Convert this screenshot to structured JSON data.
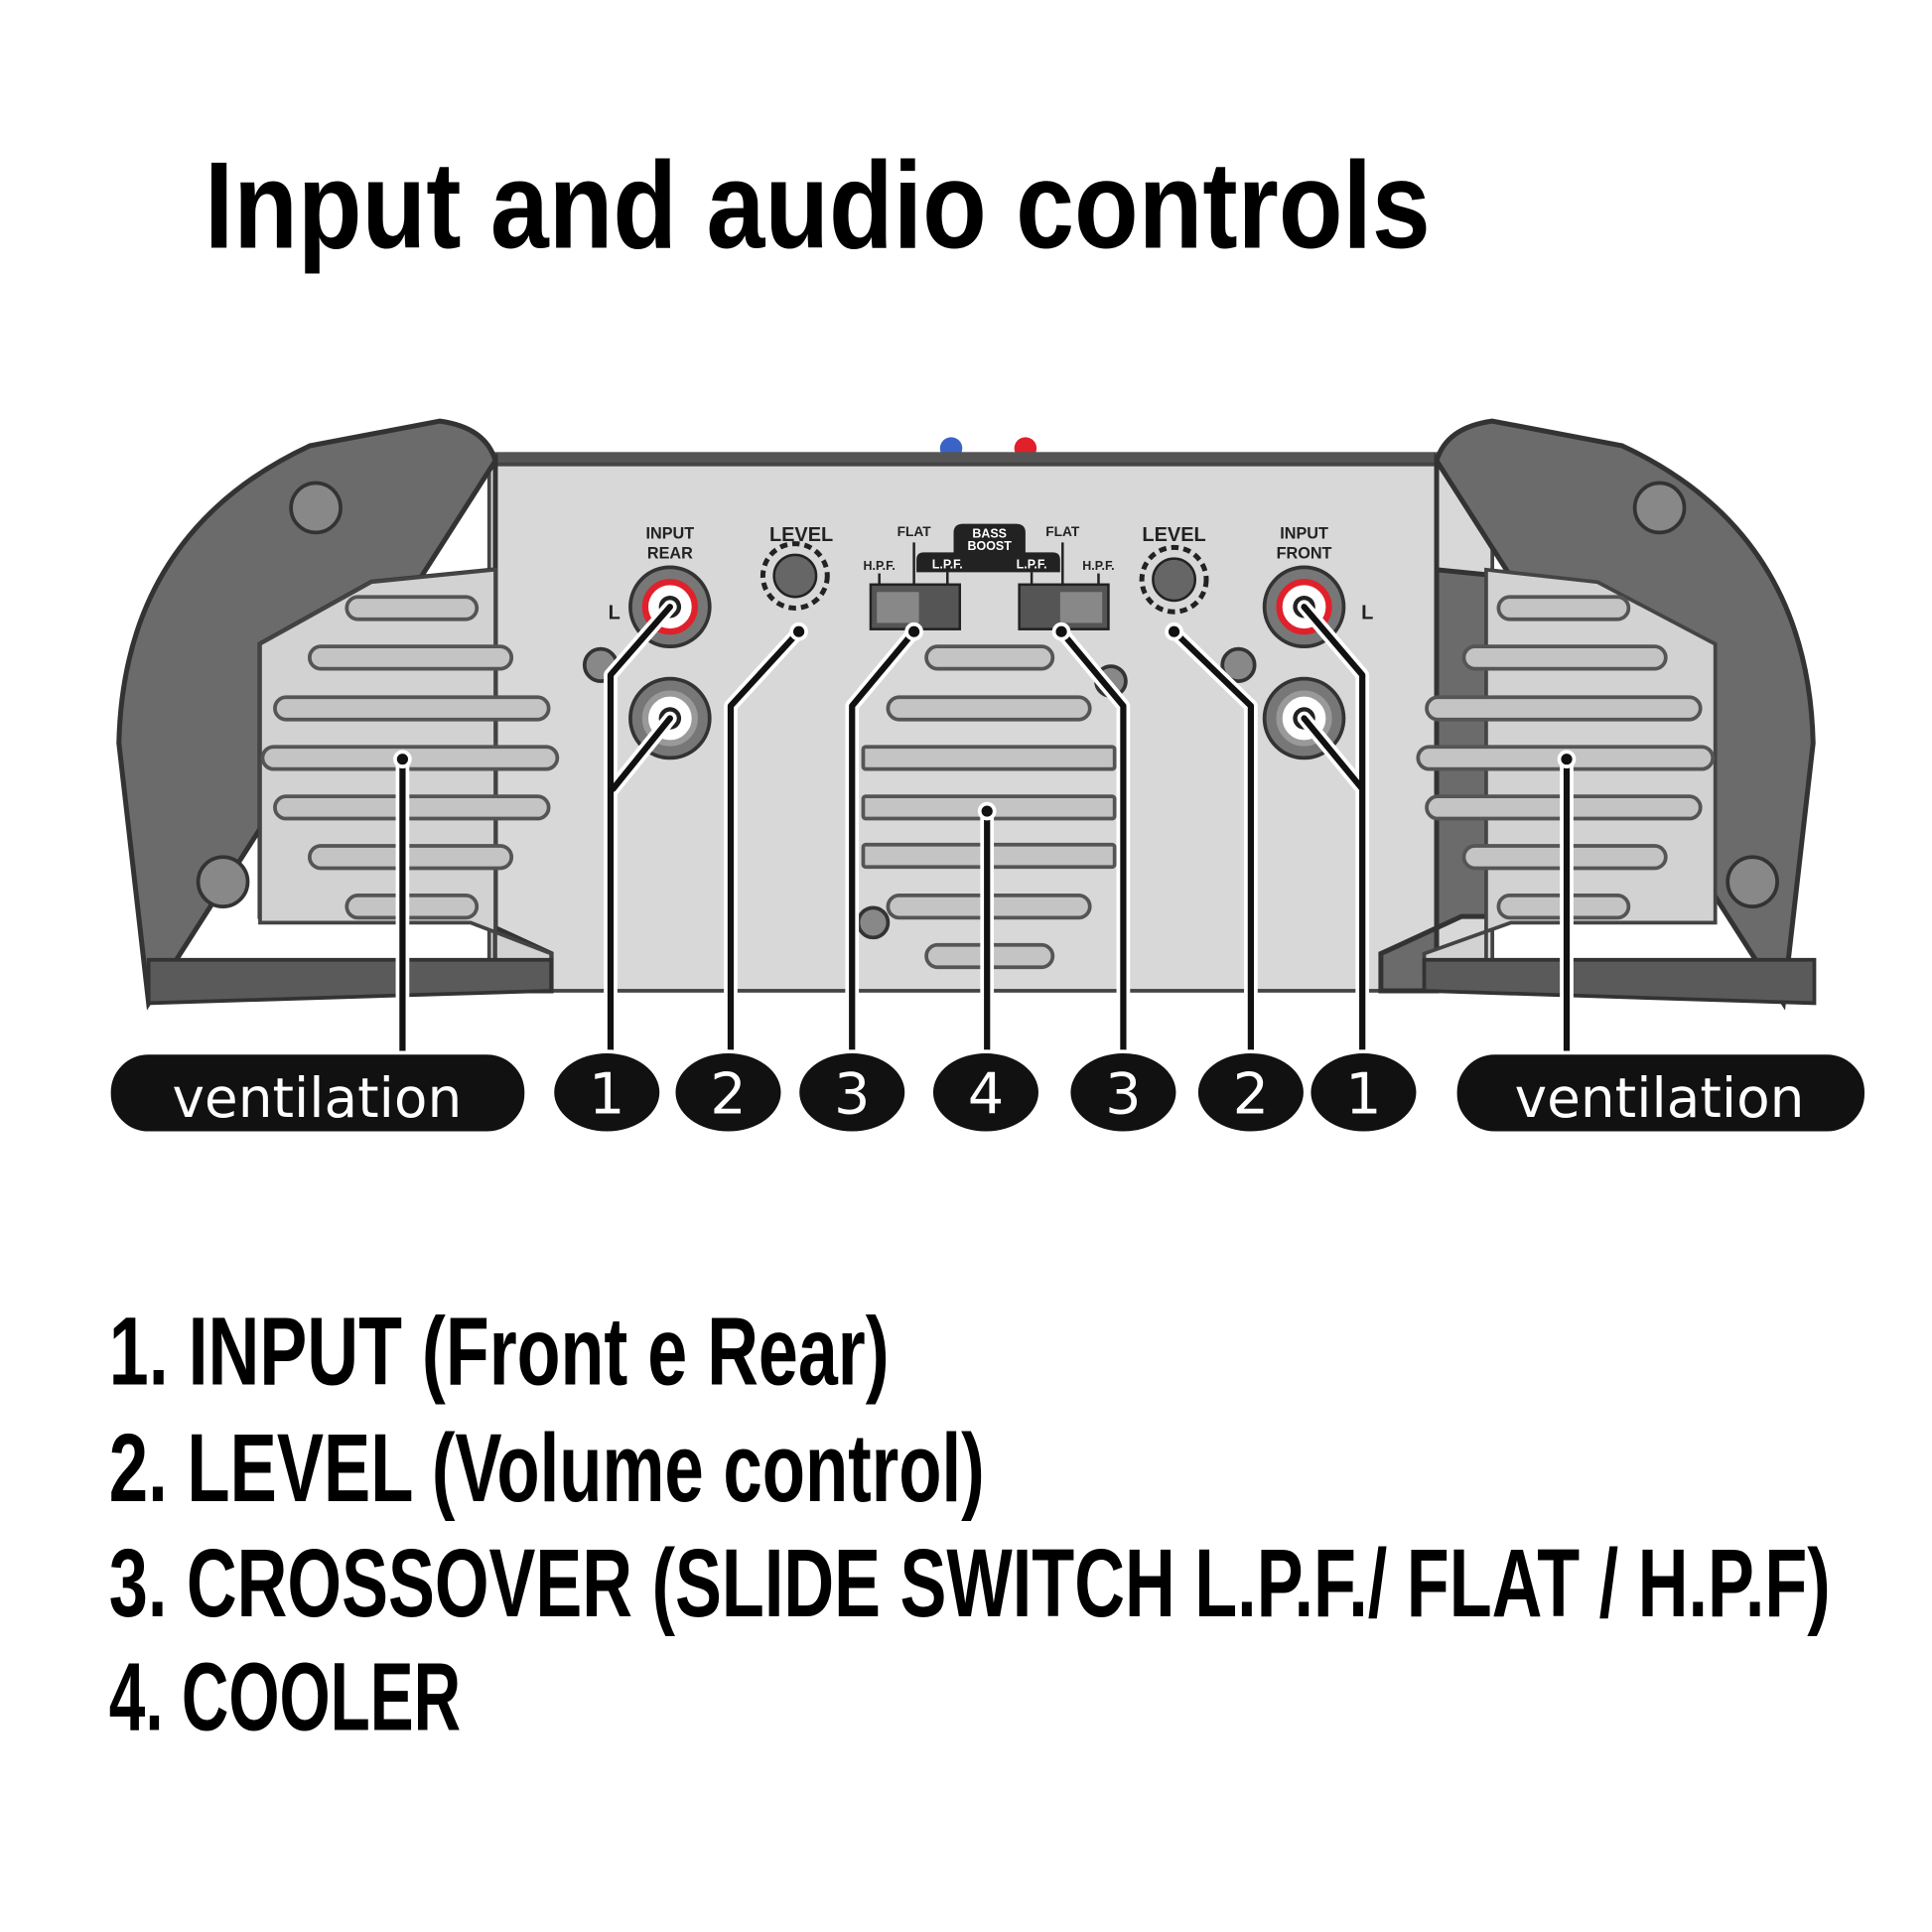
{
  "title": "Input and audio controls",
  "panel": {
    "input_rear": [
      "INPUT",
      "REAR"
    ],
    "input_front": [
      "INPUT",
      "FRONT"
    ],
    "level": "LEVEL",
    "flat": "FLAT",
    "hpf": "H.P.F.",
    "lpf": "L.P.F.",
    "bass_boost": [
      "BASS",
      "BOOST"
    ],
    "left_channel": "L"
  },
  "callouts": {
    "ventilation": "ventilation",
    "n1": "1",
    "n2": "2",
    "n3": "3",
    "n4": "4"
  },
  "list": [
    "1. INPUT (Front e Rear)",
    "2. LEVEL (Volume control)",
    "3. CROSSOVER (SLIDE SWITCH L.P.F./ FLAT / H.P.F)",
    "4. COOLER"
  ],
  "colors": {
    "housing": "#6b6b6b",
    "panel": "#d8d8d8",
    "jack_red": "#e0202a"
  }
}
